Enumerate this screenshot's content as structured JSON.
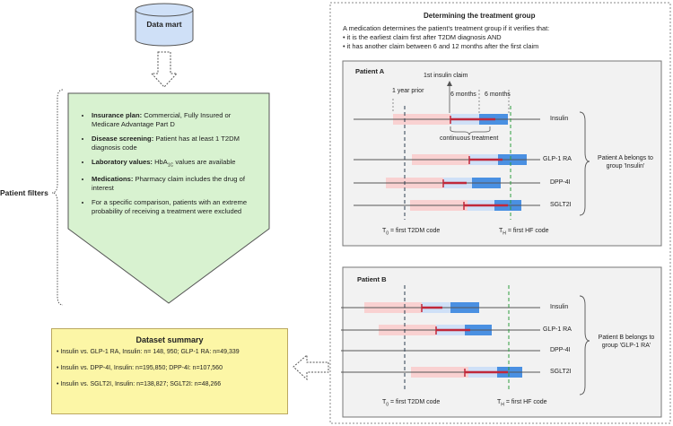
{
  "datamart": {
    "label": "Data mart"
  },
  "patient_filters": {
    "label": "Patient filters",
    "items": [
      {
        "bold": "Insurance plan:",
        "text": " Commercial, Fully Insured or Medicare Advantage Part D"
      },
      {
        "bold": "Disease screening:",
        "text": " Patient has at least 1 T2DM diagnosis code"
      },
      {
        "bold": "Laboratory values:",
        "text": " HbA",
        "sub": "1C",
        "text2": " values are available"
      },
      {
        "bold": "Medications:",
        "text": " Pharmacy claim includes the drug of interest"
      },
      {
        "bold": "",
        "text": "For a specific comparison, patients with an extreme probability of receiving a treatment were excluded"
      }
    ]
  },
  "dataset_summary": {
    "title": "Dataset summary",
    "items": [
      "Insulin vs. GLP-1 RA, Insulin: n= 148, 950; GLP-1 RA: n=49,339",
      "Insulin vs. DPP-4I, Insulin: n=195,850; DPP-4I: n=107,560",
      "Insulin vs. SGLT2I, Insulin: n=138,827; SGLT2I: n=48,266"
    ]
  },
  "treatment_group": {
    "title": "Determining the treatment group",
    "intro": "A medication determines the patient's treatment group if it verifies that:",
    "criteria": [
      "it is the earliest claim first after T2DM diagnosis AND",
      "it has another claim between 6 and 12 months after the first claim"
    ]
  },
  "patient_a": {
    "title": "Patient A",
    "first_insulin_claim": "1st insulin claim",
    "one_year_prior": "1 year prior",
    "six_months_1": "6 months",
    "six_months_2": "6 months",
    "continuous_treatment": "continuous treatment",
    "drugs": [
      "Insulin",
      "GLP-1 RA",
      "DPP-4I",
      "SGLT2I"
    ],
    "group_note": "Patient A belongs to group 'Insulin'",
    "t0": "T",
    "t0_sub": "0",
    "t0_rest": " = first T2DM code",
    "th": "T",
    "th_sub": "H",
    "th_rest": " = first HF code"
  },
  "patient_b": {
    "title": "Patient B",
    "drugs": [
      "Insulin",
      "GLP-1 RA",
      "DPP-4I",
      "SGLT2I"
    ],
    "group_note": "Patient B belongs to group 'GLP-1 RA'",
    "t0": "T",
    "t0_sub": "0",
    "t0_rest": " = first T2DM code",
    "th": "T",
    "th_sub": "H",
    "th_rest": " = first HF code"
  },
  "colors": {
    "prior_period": "#f9d1d1",
    "first_six_months": "#cfe0f7",
    "second_six_months": "#4a90e2",
    "treatment_line": "#c0283a",
    "funnel_fill": "#d8f2d0",
    "summary_fill": "#fcf6a6",
    "datamart_fill": "#cfe0f7"
  }
}
